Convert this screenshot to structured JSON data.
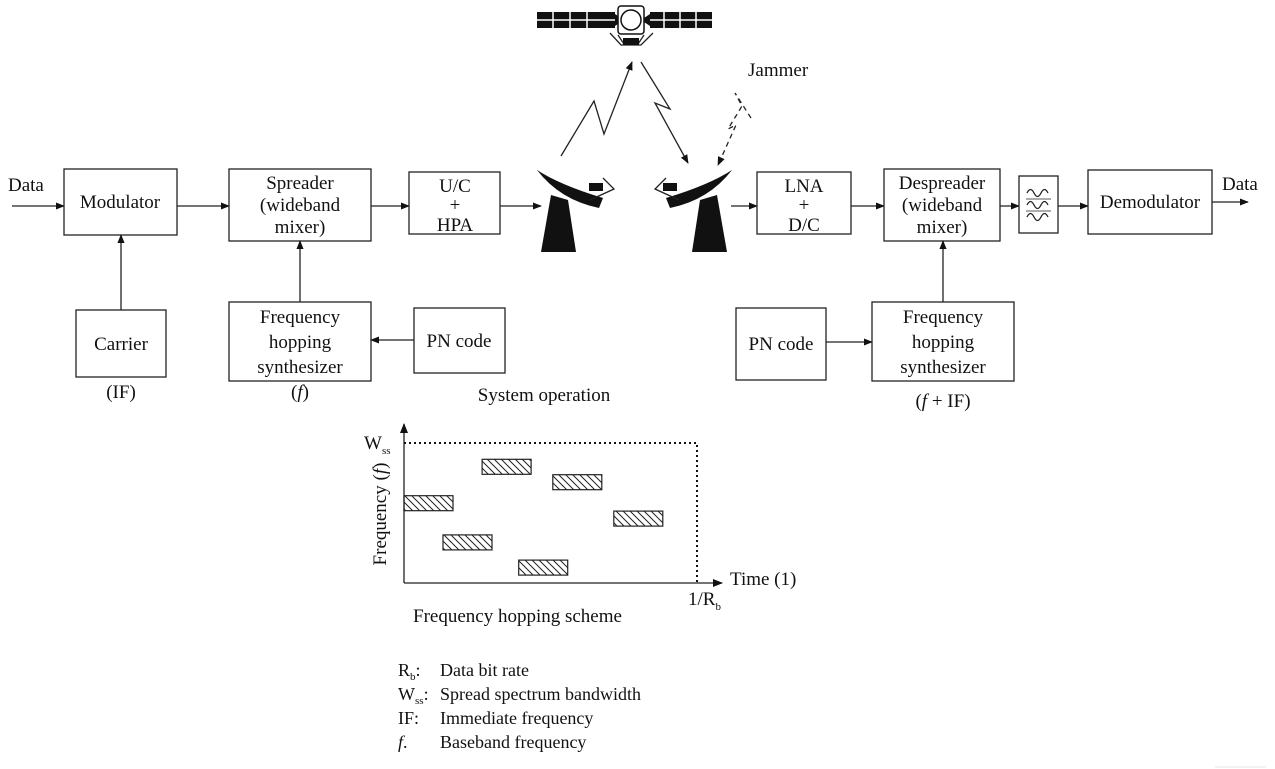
{
  "blocks": {
    "modulator": "Modulator",
    "spreader": [
      "Spreader",
      "(wideband",
      "mixer)"
    ],
    "uc_hpa": [
      "U/C",
      "+",
      "HPA"
    ],
    "lna_dc": [
      "LNA",
      "+",
      "D/C"
    ],
    "despreader": [
      "Despreader",
      "(wideband",
      "mixer)"
    ],
    "demodulator": "Demodulator",
    "carrier": "Carrier",
    "fh_synth_tx": [
      "Frequency",
      "hopping",
      "synthesizer"
    ],
    "pn_tx": "PN code",
    "pn_rx": "PN code",
    "fh_synth_rx": [
      "Frequency",
      "hopping",
      "synthesizer"
    ]
  },
  "io": {
    "input": "Data",
    "output": "Data"
  },
  "annotations": {
    "carrier_note": "(IF)",
    "tx_synth_note_open": "(",
    "tx_synth_note_f": "f",
    "tx_synth_note_close": ")",
    "rx_synth_note_open": "(",
    "rx_synth_note_f": "f",
    "rx_synth_note_rest": " + IF)",
    "system_operation": "System operation",
    "jammer": "Jammer"
  },
  "hop_chart": {
    "y_label_main": "Frequency (",
    "y_label_f": "f",
    "y_label_close": ")",
    "y_top_main": "W",
    "y_top_sub": "ss",
    "x_label": "Time (1)",
    "x_end_main": "1/R",
    "x_end_sub": "b",
    "caption": "Frequency hopping scheme",
    "hops": [
      {
        "t": 0.0,
        "f": 0.57
      },
      {
        "t": 0.16,
        "f": 0.29
      },
      {
        "t": 0.32,
        "f": 0.83
      },
      {
        "t": 0.47,
        "f": 0.11
      },
      {
        "t": 0.61,
        "f": 0.72
      },
      {
        "t": 0.86,
        "f": 0.46
      }
    ]
  },
  "legend": [
    {
      "sym": "R",
      "sub": "b",
      "sep": ":",
      "desc": "Data bit rate"
    },
    {
      "sym": "W",
      "sub": "ss",
      "sep": ":",
      "desc": "Spread spectrum bandwidth"
    },
    {
      "sym": "IF",
      "sub": "",
      "sep": ":",
      "desc": "Immediate frequency"
    },
    {
      "sym": "f",
      "sub": "",
      "sep": ".",
      "desc": "Baseband frequency"
    }
  ]
}
